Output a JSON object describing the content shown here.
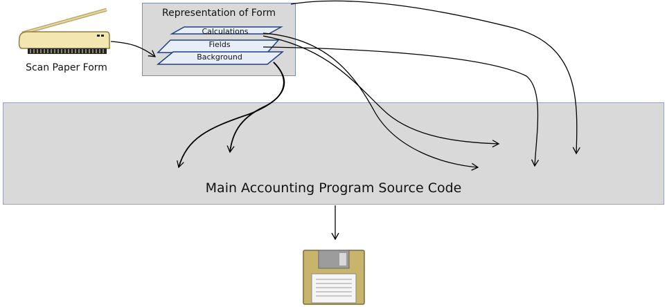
{
  "scanner": {
    "label": "Scan Paper Form",
    "icon": "scanner-icon"
  },
  "representation": {
    "title": "Representation of Form",
    "layers": [
      "Calculations",
      "Fields",
      "Background"
    ]
  },
  "main": {
    "title": "Main Accounting Program Source Code"
  },
  "output": {
    "icon": "floppy-disk-icon"
  },
  "colors": {
    "box_fill": "#d9d9d9",
    "layer_outline": "#1f3f80",
    "layer_fill": "#e8eef8",
    "floppy_body": "#c8b46a",
    "arrow": "#000000"
  }
}
